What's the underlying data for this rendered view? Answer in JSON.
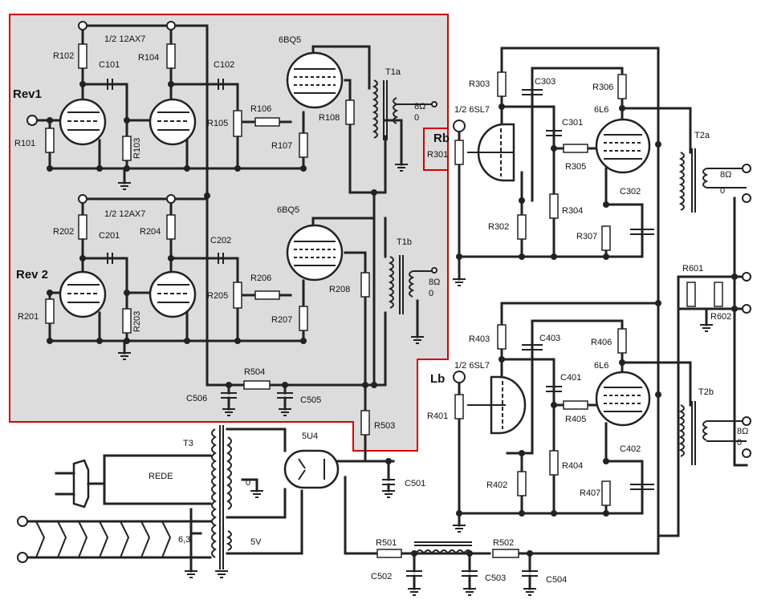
{
  "colors": {
    "region_fill": "#dcdcdc",
    "region_border": "#d40000",
    "wire": "#222222",
    "background": "#ffffff"
  },
  "inputs": {
    "rev1": "Rev1",
    "rev2": "Rev 2",
    "rb": "Rb",
    "lb": "Lb"
  },
  "tubes": {
    "v1": "1/2 12AX7",
    "v2": "1/2 12AX7",
    "out1": "6BQ5",
    "out2": "6BQ5",
    "v3": "1/2 6SL7",
    "v4": "1/2 6SL7",
    "pwr1": "6L6",
    "pwr2": "6L6",
    "rect": "5U4"
  },
  "resistors": {
    "R101": "R101",
    "R102": "R102",
    "R103": "R103",
    "R104": "R104",
    "R105": "R105",
    "R106": "R106",
    "R107": "R107",
    "R108": "R108",
    "R201": "R201",
    "R202": "R202",
    "R203": "R203",
    "R204": "R204",
    "R205": "R205",
    "R206": "R206",
    "R207": "R207",
    "R208": "R208",
    "R301": "R301",
    "R302": "R302",
    "R303": "R303",
    "R304": "R304",
    "R305": "R305",
    "R306": "R306",
    "R307": "R307",
    "R401": "R401",
    "R402": "R402",
    "R403": "R403",
    "R404": "R404",
    "R405": "R405",
    "R406": "R406",
    "R407": "R407",
    "R501": "R501",
    "R502": "R502",
    "R503": "R503",
    "R504": "R504",
    "R601": "R601",
    "R602": "R602"
  },
  "capacitors": {
    "C101": "C101",
    "C102": "C102",
    "C201": "C201",
    "C202": "C202",
    "C301": "C301",
    "C302": "C302",
    "C303": "C303",
    "C401": "C401",
    "C402": "C402",
    "C403": "C403",
    "C501": "C501",
    "C502": "C502",
    "C503": "C503",
    "C504": "C504",
    "C505": "C505",
    "C506": "C506"
  },
  "transformers": {
    "T1a": "T1a",
    "T1b": "T1b",
    "T2a": "T2a",
    "T2b": "T2b",
    "T3": "T3"
  },
  "output_labels": {
    "ohm": "8Ω",
    "zero": "0"
  },
  "power": {
    "rede": "REDE",
    "v63": "6,3",
    "v5": "5V",
    "zero": "0"
  }
}
